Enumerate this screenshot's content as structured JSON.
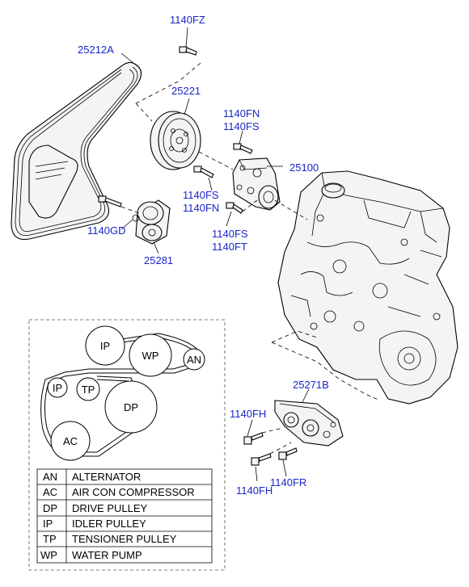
{
  "part_labels": {
    "p1140fz": "1140FZ",
    "p25212a": "25212A",
    "p25221": "25221",
    "p1140fn_top": "1140FN",
    "p1140fs_top": "1140FS",
    "p25100": "25100",
    "p1140fs_mid": "1140FS",
    "p1140fn_mid": "1140FN",
    "p1140gd": "1140GD",
    "p1140fs_low": "1140FS",
    "p1140ft": "1140FT",
    "p25281": "25281",
    "p25271b": "25271B",
    "p1140fh_top": "1140FH",
    "p1140fh_bot": "1140FH",
    "p1140fr": "1140FR"
  },
  "routing": {
    "ip_top": "IP",
    "wp": "WP",
    "an": "AN",
    "ip_left": "IP",
    "tp": "TP",
    "dp": "DP",
    "ac": "AC"
  },
  "legend": [
    {
      "code": "AN",
      "name": "ALTERNATOR"
    },
    {
      "code": "AC",
      "name": "AIR CON COMPRESSOR"
    },
    {
      "code": "DP",
      "name": "DRIVE PULLEY"
    },
    {
      "code": "IP",
      "name": "IDLER PULLEY"
    },
    {
      "code": "TP",
      "name": "TENSIONER PULLEY"
    },
    {
      "code": "WP",
      "name": "WATER PUMP"
    }
  ],
  "colors": {
    "label": "#1a24c8",
    "line": "#000000"
  }
}
